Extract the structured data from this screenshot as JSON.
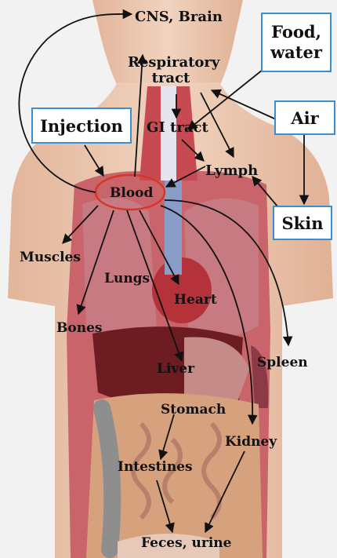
{
  "labels": {
    "cns_brain": "CNS, Brain",
    "respiratory_tract": "Respiratory\ntract",
    "gi_tract": "GI tract",
    "lymph": "Lymph",
    "blood": "Blood",
    "muscles": "Muscles",
    "lungs": "Lungs",
    "heart": "Heart",
    "bones": "Bones",
    "liver": "Liver",
    "spleen": "Spleen",
    "stomach": "Stomach",
    "kidney": "Kidney",
    "intestines": "Intestines",
    "feces_urine": "Feces, urine"
  },
  "boxes": {
    "food_water": "Food,\nwater",
    "injection": "Injection",
    "air": "Air",
    "skin": "Skin"
  },
  "colors": {
    "box_border": "#3b8fd0",
    "blood_ellipse": "#d8352a",
    "arrow": "#111111"
  }
}
